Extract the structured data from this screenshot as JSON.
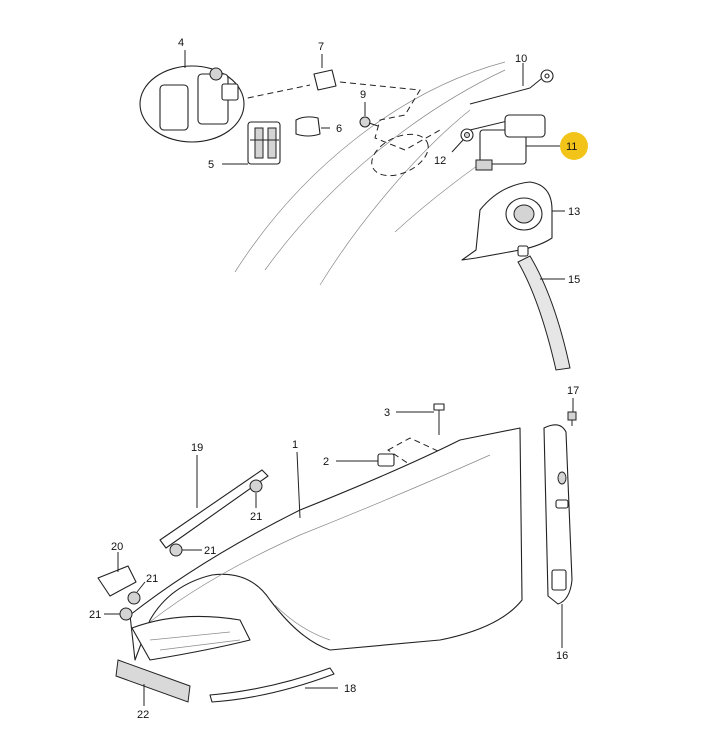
{
  "diagram": {
    "callouts": {
      "c1": "1",
      "c2": "2",
      "c3": "3",
      "c4": "4",
      "c5": "5",
      "c6": "6",
      "c7": "7",
      "c9": "9",
      "c10": "10",
      "c11": "11",
      "c12": "12",
      "c13": "13",
      "c15": "15",
      "c16": "16",
      "c17": "17",
      "c18": "18",
      "c19": "19",
      "c20": "20",
      "c21a": "21",
      "c21b": "21",
      "c21c": "21",
      "c21d": "21",
      "c22": "22"
    },
    "highlighted_callout": "11",
    "highlight_color": "#f2c419"
  }
}
